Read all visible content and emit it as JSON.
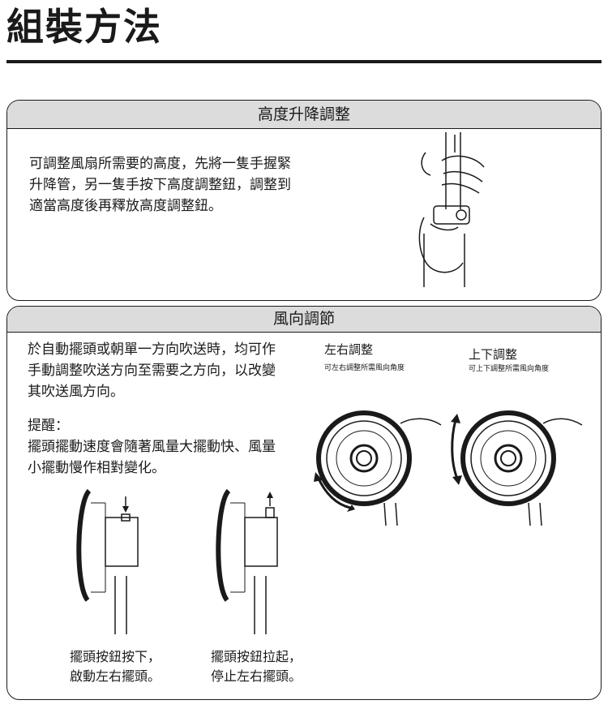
{
  "page": {
    "title": "組裝方法"
  },
  "height_section": {
    "header": "高度升降調整",
    "body_lines": [
      "可調整風扇所需要的高度，先將一隻手握緊",
      "升降管，另一隻手按下高度調整鈕，調整到",
      "適當高度後再釋放高度調整鈕。"
    ]
  },
  "direction_section": {
    "header": "風向調節",
    "intro_lines": [
      "於自動擺頭或朝單一方向吹送時，均可作",
      "手動調整吹送方向至需要之方向，以改變",
      "其吹送風方向。"
    ],
    "reminder_title": "提醒：",
    "reminder_lines": [
      "擺頭擺動速度會隨著風量大擺動快、風量",
      "小擺動慢作相對變化。"
    ],
    "left_right": {
      "title": "左右調整",
      "desc": "可左右調整所需風向角度"
    },
    "up_down": {
      "title": "上下調整",
      "desc": "可上下調整所需風向角度"
    },
    "caption_press": [
      "擺頭按鈕按下，",
      "啟動左右擺頭。"
    ],
    "caption_pull": [
      "擺頭按鈕拉起，",
      "停止左右擺頭。"
    ]
  }
}
